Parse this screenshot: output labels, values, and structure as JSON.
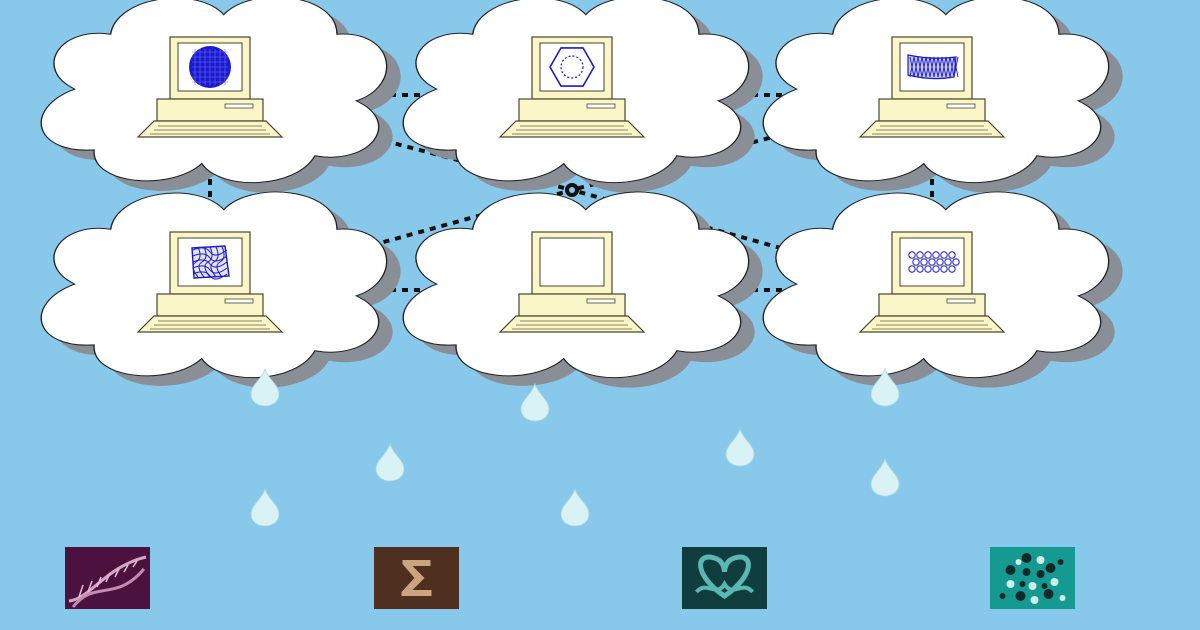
{
  "background_color": "#88c8ea",
  "cloud_color": "#ffffff",
  "cloud_shadow_color": "#8a8f97",
  "computer_color": "#fbf6c8",
  "molecule_color": "#1a1ad0",
  "link_color": "#111111",
  "drop_color": "#d8f2f6",
  "nodes": [
    {
      "id": "top-left",
      "screen_icon": "fullerene-sphere-icon"
    },
    {
      "id": "top-center",
      "screen_icon": "benzene-ring-icon"
    },
    {
      "id": "top-right",
      "screen_icon": "nanotube-icon"
    },
    {
      "id": "bottom-left",
      "screen_icon": "crumpled-lattice-icon"
    },
    {
      "id": "bottom-center",
      "screen_icon": "blank-screen-icon"
    },
    {
      "id": "bottom-right",
      "screen_icon": "graphene-sheet-icon"
    }
  ],
  "links": [
    [
      "top-left",
      "top-center"
    ],
    [
      "top-center",
      "top-right"
    ],
    [
      "bottom-left",
      "bottom-center"
    ],
    [
      "bottom-center",
      "bottom-right"
    ],
    [
      "top-left",
      "bottom-left"
    ],
    [
      "top-right",
      "bottom-right"
    ],
    [
      "top-left",
      "hub"
    ],
    [
      "top-right",
      "hub"
    ],
    [
      "bottom-left",
      "hub"
    ],
    [
      "bottom-right",
      "hub"
    ],
    [
      "bottom-center",
      "hub"
    ]
  ],
  "tiles": [
    {
      "name": "dna-helix-icon",
      "color": "#4b1240"
    },
    {
      "name": "sigma-icon",
      "color": "#4f2f20"
    },
    {
      "name": "heart-scroll-icon",
      "color": "#103e3f"
    },
    {
      "name": "molecule-cluster-icon",
      "color": "#159a92"
    }
  ]
}
